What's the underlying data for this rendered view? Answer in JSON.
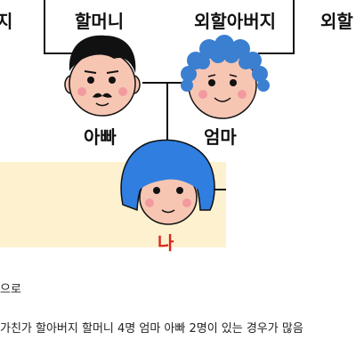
{
  "labels": {
    "left_cut": "지",
    "grandma": "할머니",
    "maternal_grandpa": "외할아버지",
    "right_cut": "외할",
    "dad": "아빠",
    "mom": "엄마",
    "me": "나"
  },
  "captions": {
    "line1": "으로",
    "line2": "가친가 할아버지 할머니 4명 엄마 아빠 2명이 있는 경우가 많음"
  },
  "colors": {
    "highlight_bg": "#fdf1cf",
    "line": "#111111",
    "me_hair": "#2f7ee0",
    "grandpa_hair": "#3b7fd1",
    "skin": "#f6c6b3",
    "me_text": "#d9261c"
  }
}
